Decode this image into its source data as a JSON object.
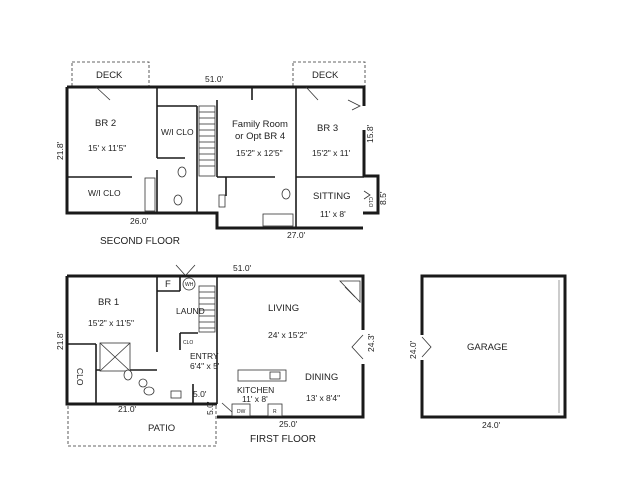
{
  "second_floor": {
    "title": "SECOND FLOOR",
    "rooms": {
      "deck_left": "DECK",
      "deck_right": "DECK",
      "br2": {
        "name": "BR 2",
        "size": "15' x 11'5\""
      },
      "wi_clo_upper": "W/I CLO",
      "wi_clo_lower": "W/I CLO",
      "family_room": {
        "line1": "Family Room",
        "line2": "or Opt BR 4",
        "size": "15'2\" x 12'5\""
      },
      "br3": {
        "name": "BR 3",
        "size": "15'2\" x 11'"
      },
      "sitting": {
        "name": "SITTING",
        "size": "11' x 8'"
      },
      "clo": "CLO"
    },
    "dims": {
      "top": "51.0'",
      "left": "21.8'",
      "right_upper": "15.8'",
      "right_lower": "8.5'",
      "bottom_left": "26.0'",
      "bottom_right": "27.0'"
    }
  },
  "first_floor": {
    "title": "FIRST FLOOR",
    "rooms": {
      "br1": {
        "name": "BR 1",
        "size": "15'2\" x 11'5\""
      },
      "f": "F",
      "washer": "WH",
      "laund": "LAUND",
      "clo_center": "CLO",
      "clo_left": "CLO",
      "entry": {
        "name": "ENTRY",
        "size": "6'4\" x 5'"
      },
      "living": {
        "name": "LIVING",
        "size": "24' x 15'2\""
      },
      "dining": {
        "name": "DINING",
        "size": "13' x 8'4\""
      },
      "kitchen": {
        "name": "KITCHEN",
        "size": "11' x 8'"
      },
      "dw": "DW",
      "r": "R",
      "patio": "PATIO"
    },
    "dims": {
      "top": "51.0'",
      "left": "21.8'",
      "right": "24.3'",
      "bottom_left": "21.0'",
      "bottom_right": "25.0'",
      "entry_small": "5.0'",
      "kitchen_side": "5.0'"
    }
  },
  "garage": {
    "name": "GARAGE",
    "dims": {
      "left": "24.0'",
      "bottom": "24.0'"
    }
  }
}
